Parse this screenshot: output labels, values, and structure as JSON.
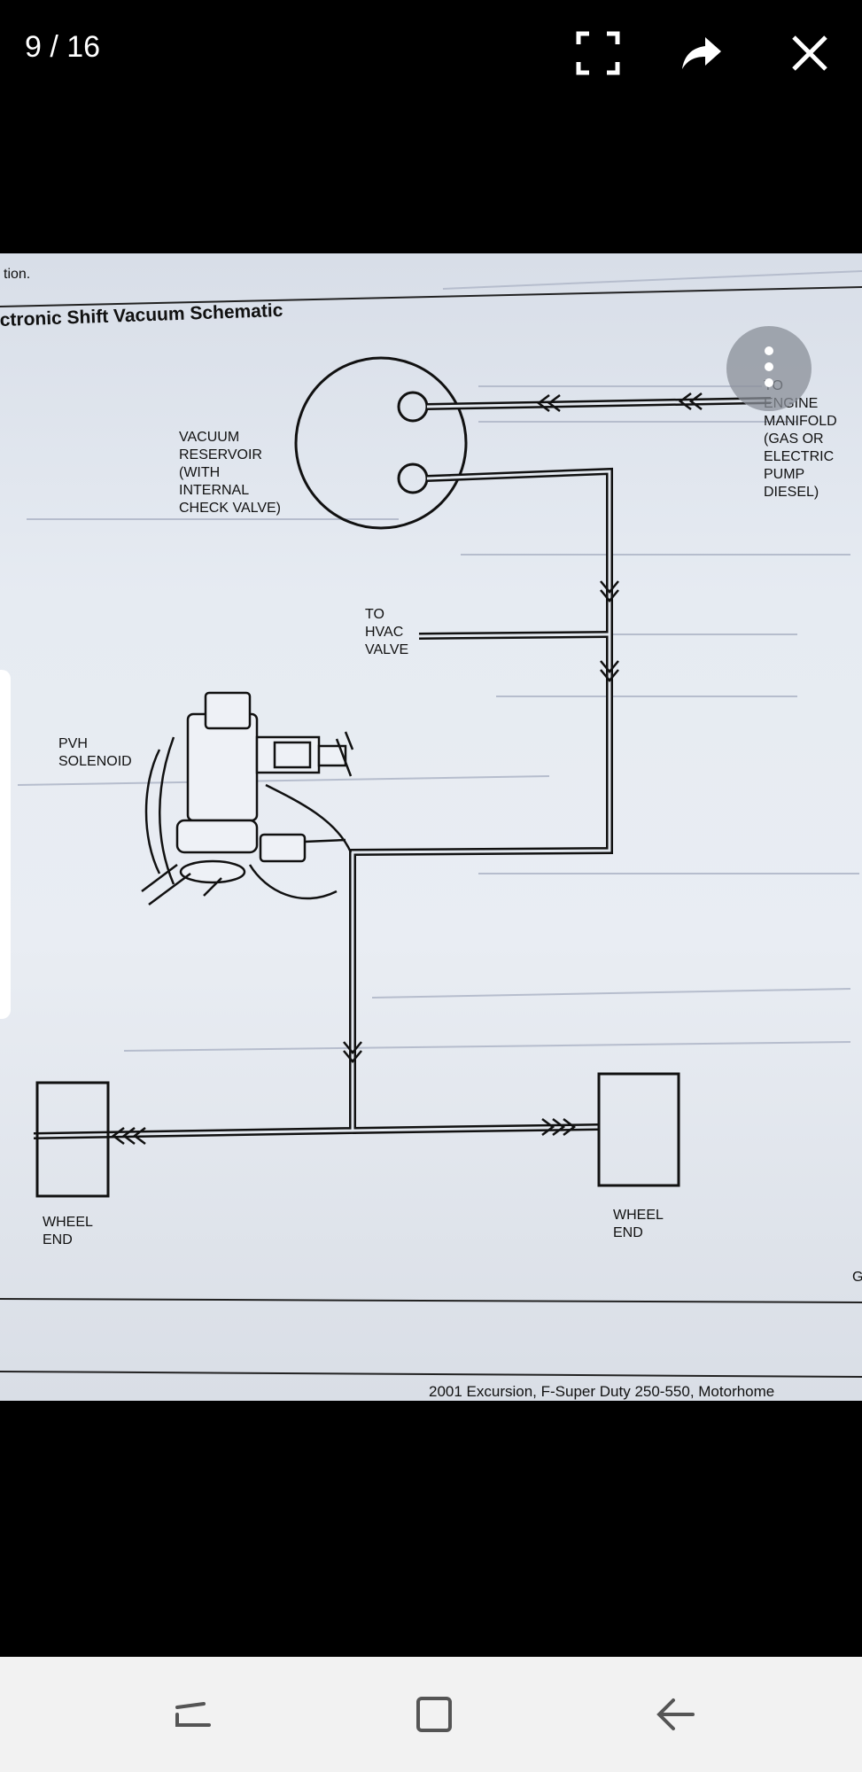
{
  "viewer": {
    "counter": "9 / 16",
    "icons": [
      "fullscreen-icon",
      "share-icon",
      "close-icon",
      "more-options-icon"
    ]
  },
  "document": {
    "fragment_top": "tion.",
    "title": "ctronic Shift Vacuum Schematic",
    "footer": "2001 Excursion, F-Super Duty 250-550, Motorhome",
    "edge_letter": "G",
    "labels": {
      "vacuum_reservoir": [
        "VACUUM",
        "RESERVOIR",
        "(WITH",
        "INTERNAL",
        "CHECK VALVE)"
      ],
      "engine_manifold": [
        "TO",
        "ENGINE",
        "MANIFOLD",
        "(GAS OR",
        "ELECTRIC",
        "PUMP",
        "DIESEL)"
      ],
      "hvac_valve": [
        "TO",
        "HVAC",
        "VALVE"
      ],
      "pvh_solenoid": [
        "PVH",
        "SOLENOID"
      ],
      "wheel_end_left": [
        "WHEEL",
        "END"
      ],
      "wheel_end_right": [
        "WHEEL",
        "END"
      ]
    }
  },
  "navigation": {
    "icons": [
      "recent-apps-icon",
      "home-icon",
      "back-icon"
    ]
  },
  "colors": {
    "background": "#000000",
    "page": "#e6ebf2",
    "ink": "#111111",
    "navbar": "#f2f2f2"
  }
}
